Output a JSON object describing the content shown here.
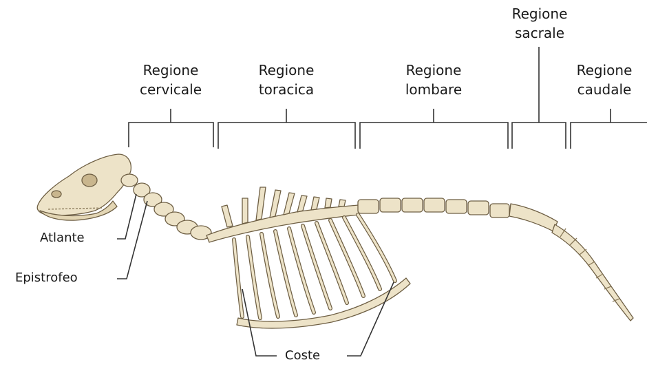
{
  "regions": [
    {
      "id": "cervicale",
      "line1": "Regione",
      "line2": "cervicale"
    },
    {
      "id": "toracica",
      "line1": "Regione",
      "line2": "toracica"
    },
    {
      "id": "lombare",
      "line1": "Regione",
      "line2": "lombare"
    },
    {
      "id": "sacrale",
      "line1": "Regione",
      "line2": "sacrale"
    },
    {
      "id": "caudale",
      "line1": "Regione",
      "line2": "caudale"
    }
  ],
  "labels": {
    "atlante": "Atlante",
    "epistrofeo": "Epistrofeo",
    "coste": "Coste"
  },
  "colors": {
    "bone": "#ede3c8",
    "bone_shade": "#c9b68e",
    "outline": "#6e5f44",
    "line": "#333333"
  }
}
